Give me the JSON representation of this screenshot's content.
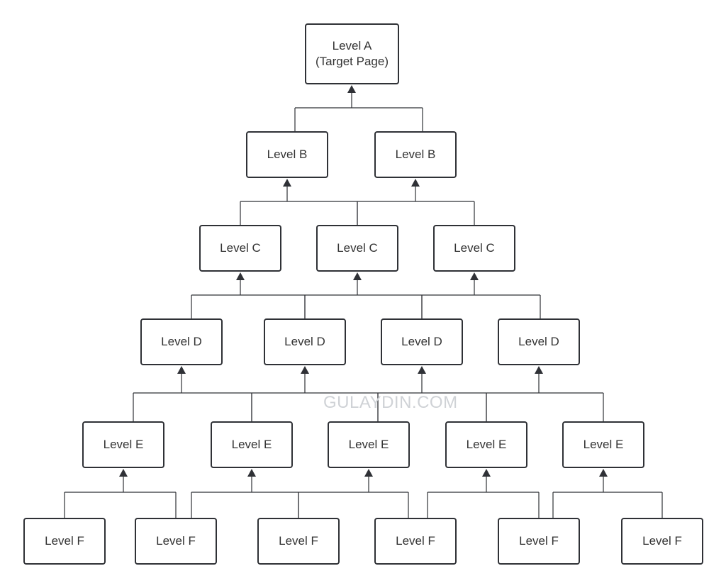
{
  "diagram": {
    "levels": {
      "A": {
        "label": "Level A",
        "sublabel": "(Target Page)"
      },
      "B": {
        "label": "Level B"
      },
      "C": {
        "label": "Level C"
      },
      "D": {
        "label": "Level D"
      },
      "E": {
        "label": "Level E"
      },
      "F": {
        "label": "Level F"
      }
    },
    "watermark": "GULAYDIN.COM",
    "colors": {
      "node_border": "#2f3136",
      "connector": "#2f3136",
      "text": "#333333",
      "watermark": "#cfd2d6"
    }
  }
}
